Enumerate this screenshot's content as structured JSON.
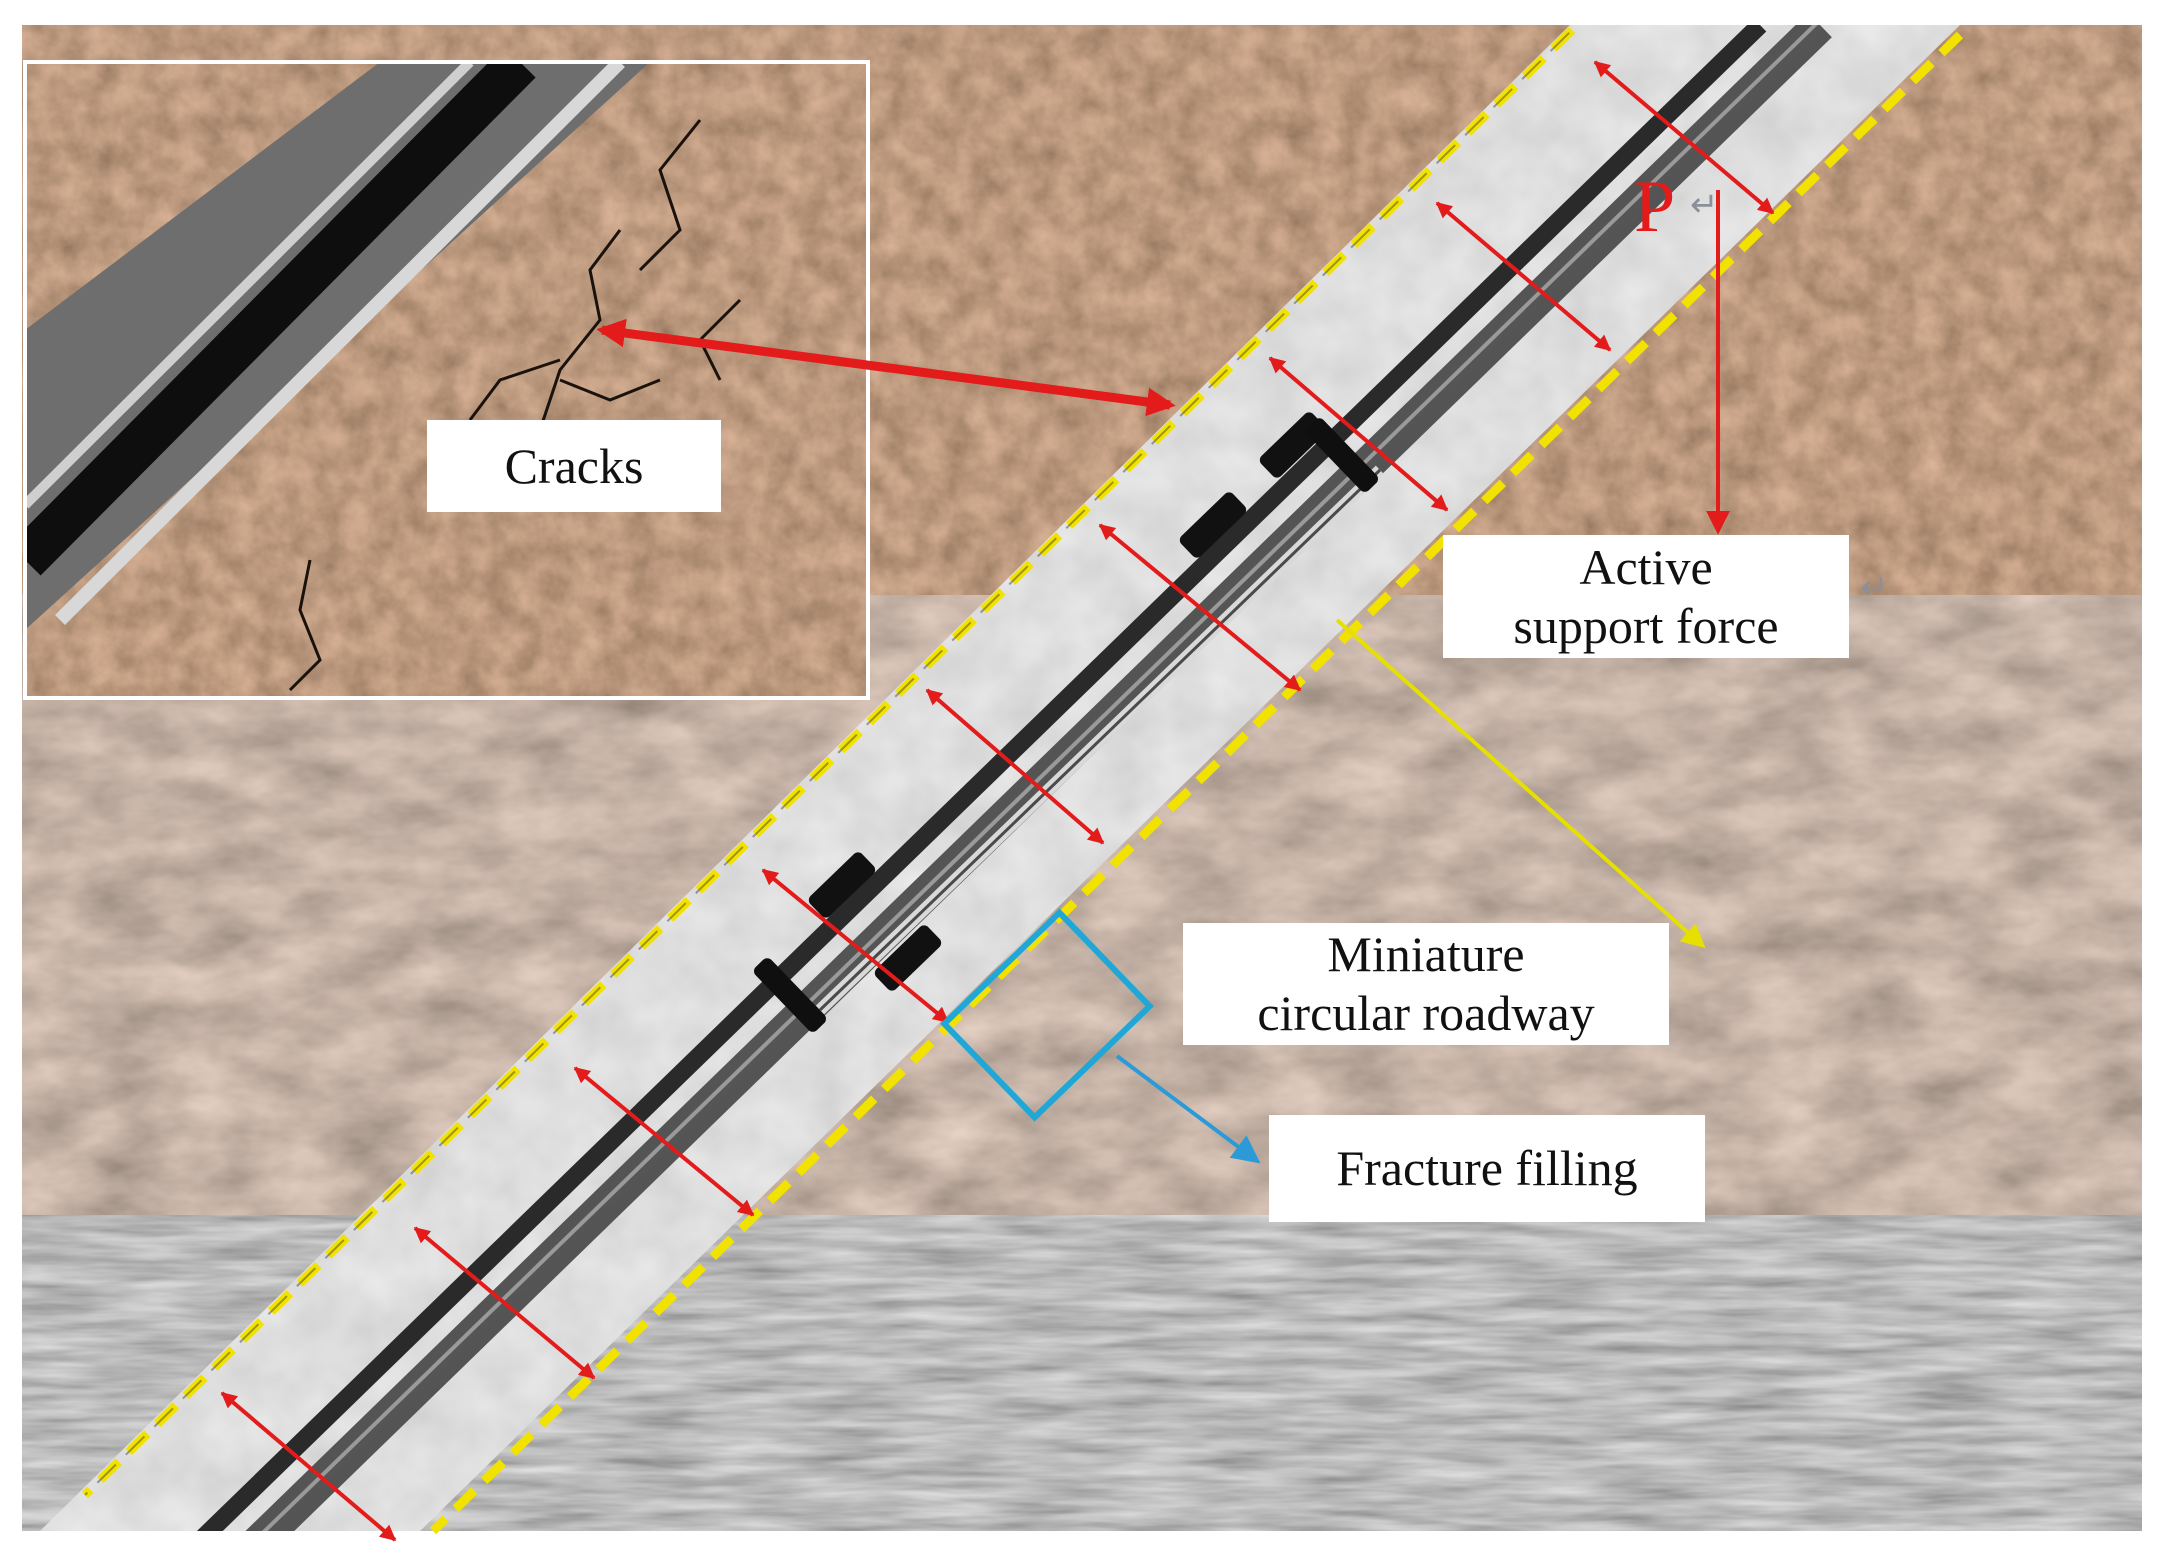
{
  "labels": {
    "cracks": "Cracks",
    "active_support_force": [
      "Active",
      "support force"
    ],
    "miniature_roadway": [
      "Miniature",
      "circular roadway"
    ],
    "fracture_filling": "Fracture filling",
    "force_symbol": "P",
    "return_mark": "↵"
  },
  "colors": {
    "upper_rock": "#7a5238",
    "middle_rock": "#8b7460",
    "lower_rock": "#6f6f6f",
    "roadway_fill": "#b9b9b9",
    "boundary_dash": "#f2e200",
    "arrow_red": "#e31b1b",
    "arrow_yellow": "#e6e000",
    "arrow_blue": "#2b9ad6",
    "highlight_box": "#1fa7d8",
    "label_bg": "#ffffff"
  },
  "icons": {
    "red_double_arrows": "double-headed-arrow-icon",
    "force_arrow": "down-arrow-icon",
    "callout_arrows": "arrow-icon"
  }
}
